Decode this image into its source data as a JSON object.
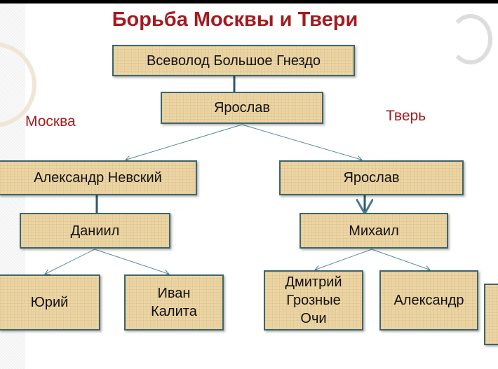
{
  "title": "Борьба Москвы и Твери",
  "labels": {
    "moscow": "Москва",
    "tver": "Тверь"
  },
  "nodes": {
    "vsevolod": "Всеволод Большое Гнездо",
    "yaroslav": "Ярослав",
    "alexander_nevsky": "Александр Невский",
    "yaroslav_tver": "Ярослав",
    "daniil": "Даниил",
    "mikhail": "Михаил",
    "yuri": "Юрий",
    "ivan_kalita": "Иван Калита",
    "dmitry": "Дмитрий Грозные Очи",
    "alexander": "Александр"
  },
  "colors": {
    "title": "#a31b1f",
    "box": "#ecd5a4",
    "border": "#3d6668"
  }
}
